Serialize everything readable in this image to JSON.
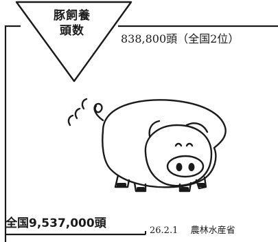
{
  "badge": {
    "line1": "豚飼養",
    "line2": "頭数"
  },
  "regional": {
    "count_text": "838,800頭（全国2位）"
  },
  "national": {
    "count_text": "全国9,537,000頭"
  },
  "source": {
    "date": "26.2.1",
    "agency": "農林水産省"
  },
  "colors": {
    "ink": "#1a1a1a",
    "background": "#ffffff"
  },
  "icons": {
    "illustration": "pig-icon"
  }
}
